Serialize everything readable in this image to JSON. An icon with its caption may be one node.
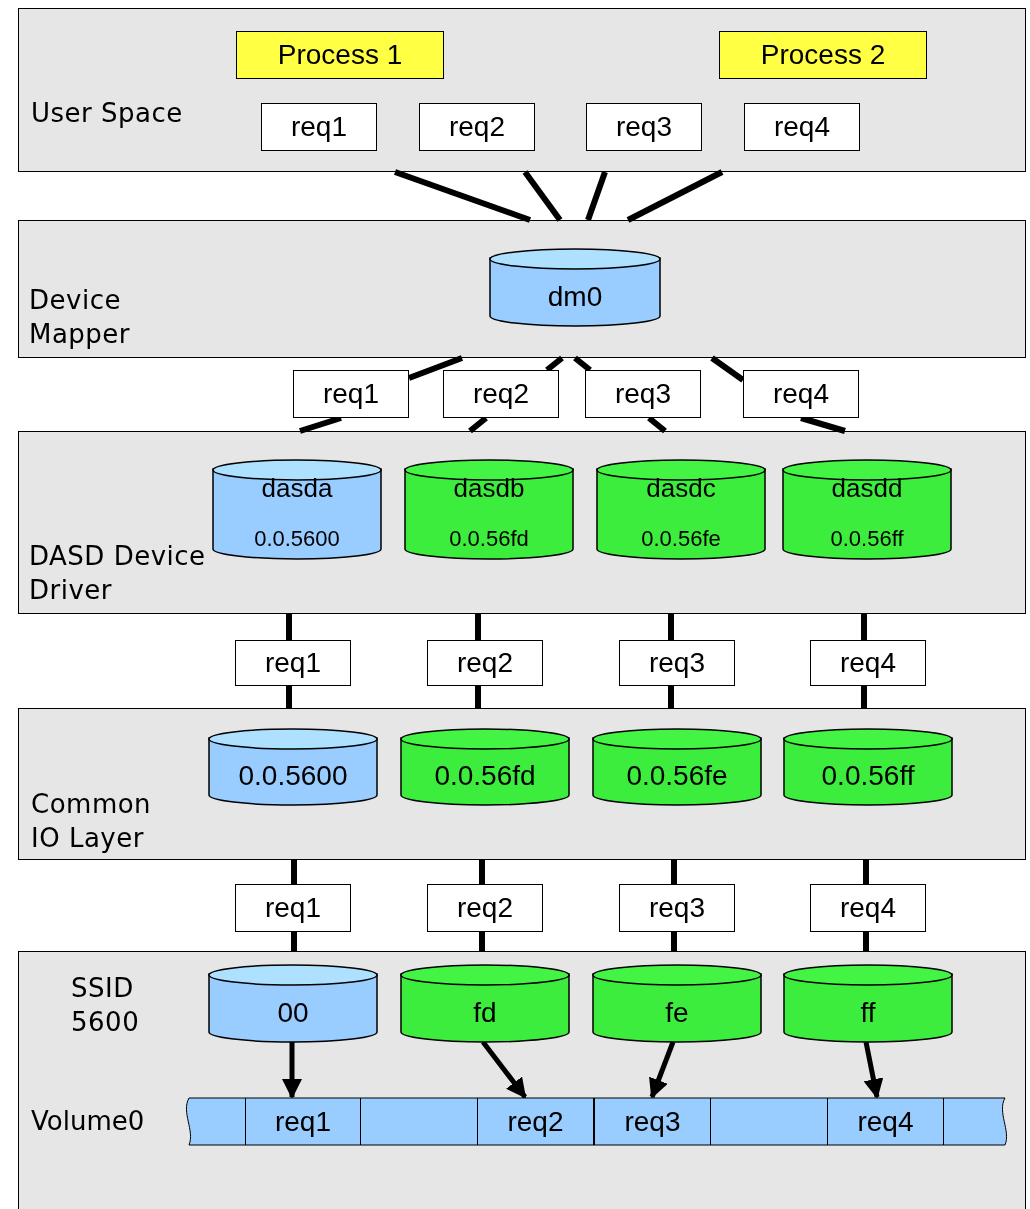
{
  "diagram": {
    "nodes": [
      {
        "text": [
          "User Space"
        ]
      },
      {
        "text": [
          "Process 1"
        ],
        "in": 0
      },
      {
        "text": [
          "Process 2"
        ],
        "in": 0
      },
      {
        "text": [
          "req1"
        ],
        "in": 0
      },
      {
        "text": [
          "req2"
        ],
        "in": 0
      },
      {
        "text": [
          "req3"
        ],
        "in": 0
      },
      {
        "text": [
          "req4"
        ],
        "in": 0
      },
      {
        "text": [
          "Device Mapper"
        ]
      },
      {
        "text": [
          "dm0"
        ],
        "in": 7
      },
      {
        "text": [
          "req1"
        ]
      },
      {
        "text": [
          "req2"
        ]
      },
      {
        "text": [
          "req3"
        ]
      },
      {
        "text": [
          "req4"
        ]
      },
      {
        "text": [
          "DASD Device Driver"
        ]
      },
      {
        "text": [
          "dasda",
          "0.0.5600"
        ],
        "in": 13
      },
      {
        "text": [
          "dasdb",
          "0.0.56fd"
        ],
        "in": 13
      },
      {
        "text": [
          "dasdc",
          "0.0.56fe"
        ],
        "in": 13
      },
      {
        "text": [
          "dasdd",
          "0.0.56ff"
        ],
        "in": 13
      },
      {
        "text": [
          "req1"
        ]
      },
      {
        "text": [
          "req2"
        ]
      },
      {
        "text": [
          "req3"
        ]
      },
      {
        "text": [
          "req4"
        ]
      },
      {
        "text": [
          "Common IO Layer"
        ]
      },
      {
        "text": [
          "0.0.5600"
        ],
        "in": 22
      },
      {
        "text": [
          "0.0.56fd"
        ],
        "in": 22
      },
      {
        "text": [
          "0.0.56fe"
        ],
        "in": 22
      },
      {
        "text": [
          "0.0.56ff"
        ],
        "in": 22
      },
      {
        "text": [
          "req1"
        ]
      },
      {
        "text": [
          "req2"
        ]
      },
      {
        "text": [
          "req3"
        ]
      },
      {
        "text": [
          "req4"
        ]
      },
      {
        "text": [
          "SSID 5600"
        ]
      },
      {
        "text": [
          "00"
        ],
        "in": 31
      },
      {
        "text": [
          "fd"
        ],
        "in": 31
      },
      {
        "text": [
          "fe"
        ],
        "in": 31
      },
      {
        "text": [
          "ff"
        ],
        "in": 31
      },
      {
        "text": [],
        "shape": "bar",
        "beside": [
          "Volume0"
        ],
        "in": 31
      },
      {
        "text": [
          "req1"
        ],
        "in": 36
      },
      {
        "text": [
          "req2"
        ],
        "in": 36
      },
      {
        "text": [
          "req3"
        ],
        "in": 36
      },
      {
        "text": [
          "req4"
        ],
        "in": 36
      }
    ],
    "edges": [
      {
        "from": 0,
        "to": 7,
        "arrow": "none"
      },
      {
        "from": 0,
        "to": 7,
        "arrow": "none"
      },
      {
        "from": 0,
        "to": 7,
        "arrow": "none"
      },
      {
        "from": 0,
        "to": 7,
        "arrow": "none"
      },
      {
        "from": 7,
        "to": 9,
        "arrow": "none"
      },
      {
        "from": 9,
        "to": 13,
        "arrow": "none"
      },
      {
        "from": 7,
        "to": 10,
        "arrow": "none"
      },
      {
        "from": 10,
        "to": 13,
        "arrow": "none"
      },
      {
        "from": 7,
        "to": 11,
        "arrow": "none"
      },
      {
        "from": 11,
        "to": 13,
        "arrow": "none"
      },
      {
        "from": 7,
        "to": 12,
        "arrow": "none"
      },
      {
        "from": 12,
        "to": 13,
        "arrow": "none"
      },
      {
        "from": 13,
        "to": 18,
        "arrow": "none"
      },
      {
        "from": 18,
        "to": 22,
        "arrow": "none"
      },
      {
        "from": 13,
        "to": 19,
        "arrow": "none"
      },
      {
        "from": 19,
        "to": 22,
        "arrow": "none"
      },
      {
        "from": 13,
        "to": 20,
        "arrow": "none"
      },
      {
        "from": 20,
        "to": 22,
        "arrow": "none"
      },
      {
        "from": 13,
        "to": 21,
        "arrow": "none"
      },
      {
        "from": 21,
        "to": 22,
        "arrow": "none"
      },
      {
        "from": 22,
        "to": 27,
        "arrow": "none"
      },
      {
        "from": 27,
        "to": 31,
        "arrow": "none"
      },
      {
        "from": 22,
        "to": 28,
        "arrow": "none"
      },
      {
        "from": 28,
        "to": 31,
        "arrow": "none"
      },
      {
        "from": 22,
        "to": 29,
        "arrow": "none"
      },
      {
        "from": 29,
        "to": 31,
        "arrow": "none"
      },
      {
        "from": 22,
        "to": 30,
        "arrow": "none"
      },
      {
        "from": 30,
        "to": 31,
        "arrow": "none"
      },
      {
        "from": 32,
        "to": 37,
        "arrow": "to"
      },
      {
        "from": 33,
        "to": 38,
        "arrow": "to"
      },
      {
        "from": 34,
        "to": 39,
        "arrow": "to"
      },
      {
        "from": 35,
        "to": 40,
        "arrow": "to"
      }
    ]
  }
}
